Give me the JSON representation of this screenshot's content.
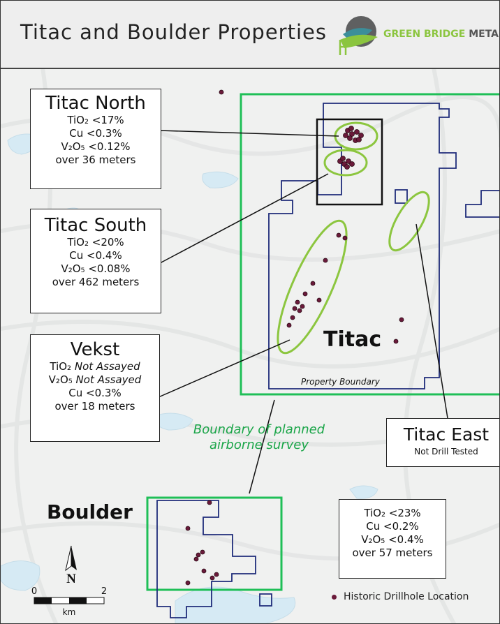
{
  "title": "Titac and Boulder Properties",
  "brand": {
    "word1": "GREEN BRIDGE",
    "word2": "METALS",
    "green": "#8bc53f",
    "gray": "#555555",
    "swoosh": "#3c8e9a"
  },
  "colors": {
    "survey_boundary": "#1fbf57",
    "property_boundary": "#1f2c7a",
    "target_ellipse": "#8cc63f",
    "drillhole": "#6a1a3a"
  },
  "boxes": {
    "titac_north": {
      "heading": "Titac North",
      "tio2": "TiO₂ <17%",
      "cu": "Cu <0.3%",
      "v2o5": "V₂O₅ <0.12%",
      "length": "over 36 meters"
    },
    "titac_south": {
      "heading": "Titac South",
      "tio2": "TiO₂ <20%",
      "cu": "Cu <0.4%",
      "v2o5": "V₂O₅ <0.08%",
      "length": "over 462 meters"
    },
    "vekst": {
      "heading": "Vekst",
      "tio2_prefix": "TiO₂ ",
      "tio2_status": "Not Assayed",
      "v2o5_prefix": "V₂O₅ ",
      "v2o5_status": "Not Assayed",
      "cu": "Cu <0.3%",
      "length": "over 18 meters"
    },
    "titac_east": {
      "heading": "Titac East",
      "status": "Not Drill Tested"
    },
    "boulder": {
      "tio2": "TiO₂ <23%",
      "cu": "Cu <0.2%",
      "v2o5": "V₂O₅ <0.4%",
      "length": "over 57 meters"
    }
  },
  "labels": {
    "titac": "Titac",
    "boulder": "Boulder",
    "property_boundary": "Property Boundary",
    "survey_line1": "Boundary of planned",
    "survey_line2": "airborne survey"
  },
  "north_arrow": "N",
  "scale": {
    "start": "0",
    "end": "2",
    "unit": "km"
  },
  "legend": {
    "drillhole": "Historic Drillhole Location"
  }
}
